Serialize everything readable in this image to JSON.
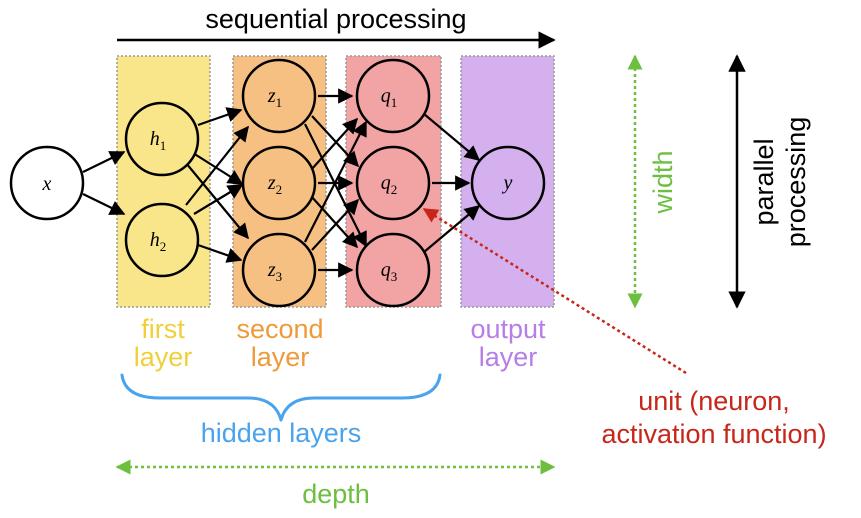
{
  "title": "sequential processing",
  "nodes": {
    "x": "x",
    "h1": "h",
    "h1_sub": "1",
    "h2": "h",
    "h2_sub": "2",
    "z1": "z",
    "z1_sub": "1",
    "z2": "z",
    "z2_sub": "2",
    "z3": "z",
    "z3_sub": "3",
    "q1": "q",
    "q1_sub": "1",
    "q2": "q",
    "q2_sub": "2",
    "q3": "q",
    "q3_sub": "3",
    "y": "y"
  },
  "layers": {
    "first_line1": "first",
    "first_line2": "layer",
    "second_line1": "second",
    "second_line2": "layer",
    "output_line1": "output",
    "output_line2": "layer"
  },
  "hidden_label": "hidden layers",
  "width_label": "width",
  "parallel_line1": "parallel",
  "parallel_line2": "processing",
  "unit_line1": "unit (neuron,",
  "unit_line2": "activation function)",
  "depth_label": "depth",
  "colors": {
    "first": "#f9e58a",
    "second": "#f7c083",
    "third": "#f2a3a3",
    "output": "#d4b0ee",
    "first_text": "#f1cf3a",
    "second_text": "#ef9a3a",
    "output_text": "#b77ee6",
    "hidden_text": "#4aa3ec",
    "green": "#6cbf3f",
    "red": "#c7261b"
  }
}
